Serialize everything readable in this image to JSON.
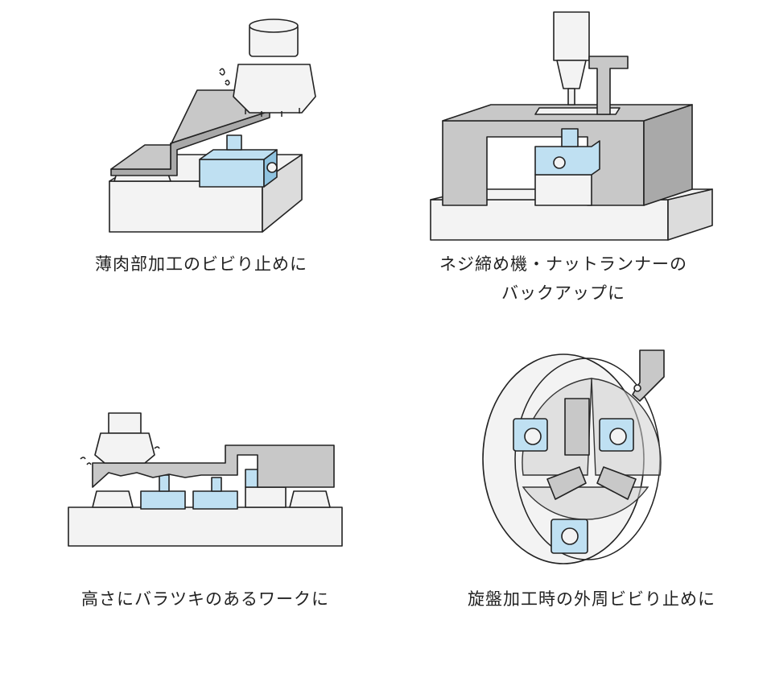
{
  "panels": [
    {
      "caption": "薄肉部加工のビビり止めに"
    },
    {
      "caption_line1": "ネジ締め機・ナットランナーの",
      "caption_line2": "バックアップに"
    },
    {
      "caption": "高さにバラツキのあるワークに"
    },
    {
      "caption": "旋盤加工時の外周ビビり止めに"
    }
  ],
  "colors": {
    "support_blue": "#bfe0f2",
    "fixture_gray": "#c8c8c8",
    "base_white": "#f3f3f3"
  }
}
